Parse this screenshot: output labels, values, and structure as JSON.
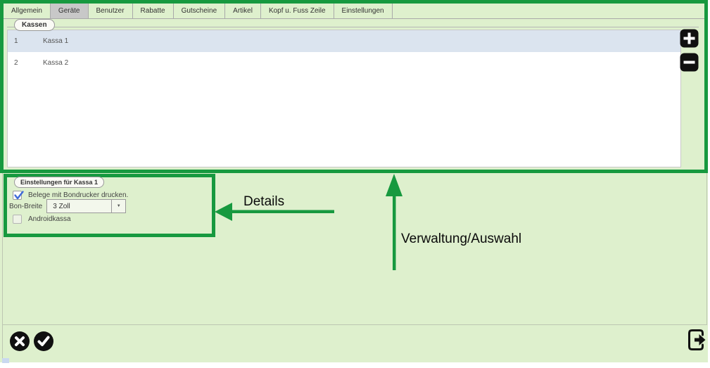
{
  "tabs": [
    {
      "label": "Allgemein",
      "selected": false
    },
    {
      "label": "Geräte",
      "selected": true
    },
    {
      "label": "Benutzer",
      "selected": false
    },
    {
      "label": "Rabatte",
      "selected": false
    },
    {
      "label": "Gutscheine",
      "selected": false
    },
    {
      "label": "Artikel",
      "selected": false
    },
    {
      "label": "Kopf u. Fuss Zeile",
      "selected": false
    },
    {
      "label": "Einstellungen",
      "selected": false
    }
  ],
  "kassen": {
    "legend": "Kassen",
    "rows": [
      {
        "id": "1",
        "name": "Kassa 1",
        "selected": true
      },
      {
        "id": "2",
        "name": "Kassa 2",
        "selected": false
      }
    ]
  },
  "details": {
    "legend": "Einstellungen für Kassa 1",
    "print_checkbox": {
      "label": "Belege mit Bondrucker drucken.",
      "checked": true
    },
    "bon_breite": {
      "label": "Bon-Breite",
      "value": "3 Zoll"
    },
    "android_checkbox": {
      "label": "Androidkassa",
      "checked": false
    }
  },
  "annotations": {
    "details": "Details",
    "verwaltung": "Verwaltung/Auswahl"
  },
  "icons": {
    "add": "plus-icon",
    "remove": "minus-icon",
    "cancel": "x-circle-icon",
    "confirm": "check-circle-icon",
    "exit": "exit-icon",
    "combo": "chevron-down-icon"
  },
  "colors": {
    "annotation_green": "#17993f",
    "app_bg": "#def0cd",
    "selected_row_bg": "#dbe4ef",
    "selected_tab_bg": "#c8c8c8",
    "check_blue": "#3f6ad8"
  }
}
